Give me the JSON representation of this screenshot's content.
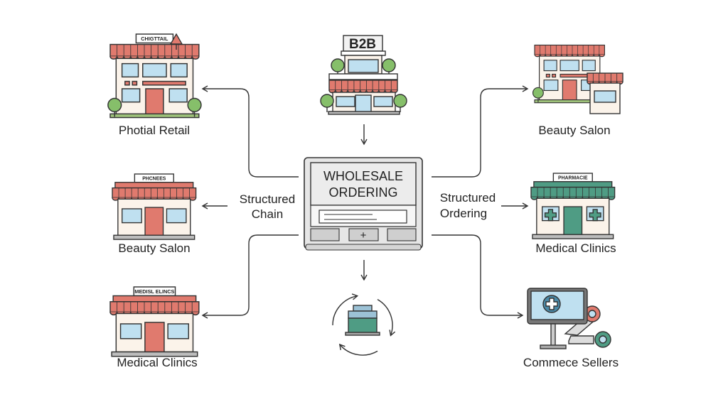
{
  "center": {
    "title_line1": "WHOLESALE",
    "title_line2": "ORDERING",
    "button_plus": "+"
  },
  "source": {
    "sign": "B2B"
  },
  "left_label": {
    "line1": "Structured",
    "line2": "Chain"
  },
  "right_label": {
    "line1": "Structured",
    "line2": "Ordering"
  },
  "nodes": [
    {
      "label": "Photial Retail",
      "sign": "CHIGTTAIL",
      "icon": "storefront-icon"
    },
    {
      "label": "Beauty Salon",
      "sign": "PHCNEES",
      "icon": "storefront-icon"
    },
    {
      "label": "Medical Clinics",
      "sign": "MEDISL ELINCS",
      "icon": "storefront-icon"
    },
    {
      "label": "Beauty Salon",
      "sign": "",
      "icon": "storefront-icon"
    },
    {
      "label": "Medical Clinics",
      "sign": "PHARMACIE",
      "icon": "pharmacy-icon"
    },
    {
      "label": "Commece Sellers",
      "icon": "monitor-network-icon"
    }
  ],
  "colors": {
    "awning_red": "#e07a6e",
    "pharmacy_green": "#4f9c84",
    "window_blue": "#bfe0f0",
    "stroke": "#333333",
    "tree_green": "#86bf6a"
  }
}
